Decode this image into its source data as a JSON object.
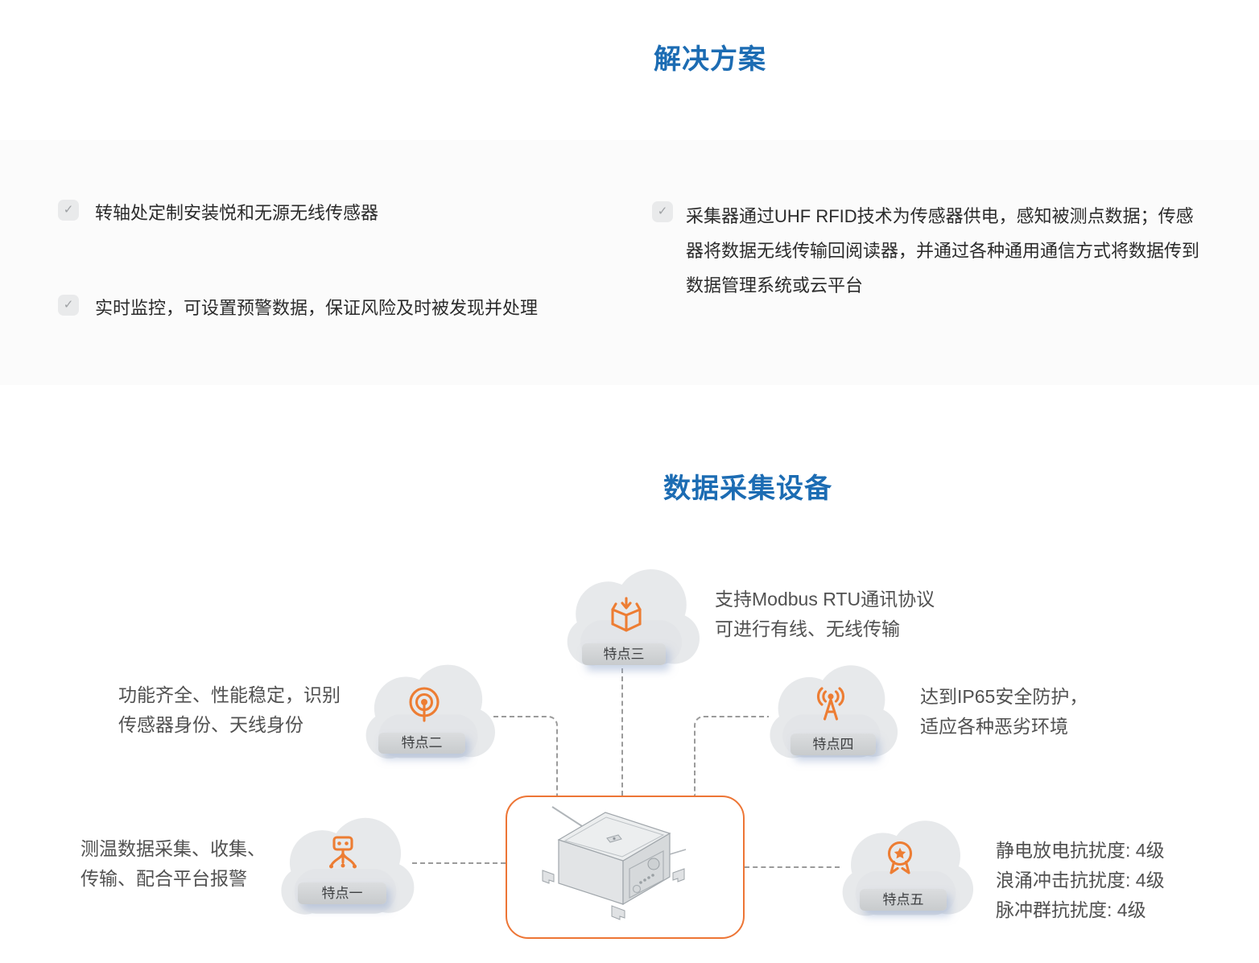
{
  "colors": {
    "accent_blue": "#1c6cb3",
    "accent_orange": "#ed7d33",
    "cloud": "#e7e9eb",
    "dash": "#9b9b9b",
    "body_text": "#2b2b2b",
    "feature_text": "#515151"
  },
  "solution": {
    "title": "解决方案",
    "check_glyph": "✓",
    "items": [
      "转轴处定制安装悦和无源无线传感器",
      "实时监控，可设置预警数据，保证风险及时被发现并处理",
      "采集器通过UHF RFID技术为传感器供电，感知被测点数据；传感器将数据无线传输回阅读器，并通过各种通用通信方式将数据传到数据管理系统或云平台"
    ]
  },
  "device_section": {
    "title": "数据采集设备",
    "features": [
      {
        "label": "特点一",
        "icon": "tripod-terminal-icon",
        "lines": [
          "测温数据采集、收集、",
          "传输、配合平台报警"
        ]
      },
      {
        "label": "特点二",
        "icon": "broadcast-signal-icon",
        "lines": [
          "功能齐全、性能稳定，识别",
          "传感器身份、天线身份"
        ]
      },
      {
        "label": "特点三",
        "icon": "package-receive-icon",
        "lines": [
          "支持Modbus RTU通讯协议",
          "可进行有线、无线传输"
        ]
      },
      {
        "label": "特点四",
        "icon": "antenna-tower-icon",
        "lines": [
          "达到IP65安全防护，",
          "适应各种恶劣环境"
        ]
      },
      {
        "label": "特点五",
        "icon": "award-medal-icon",
        "lines": [
          "静电放电抗扰度: 4级",
          "浪涌冲击抗扰度: 4级",
          "脉冲群抗扰度: 4级"
        ]
      }
    ]
  }
}
